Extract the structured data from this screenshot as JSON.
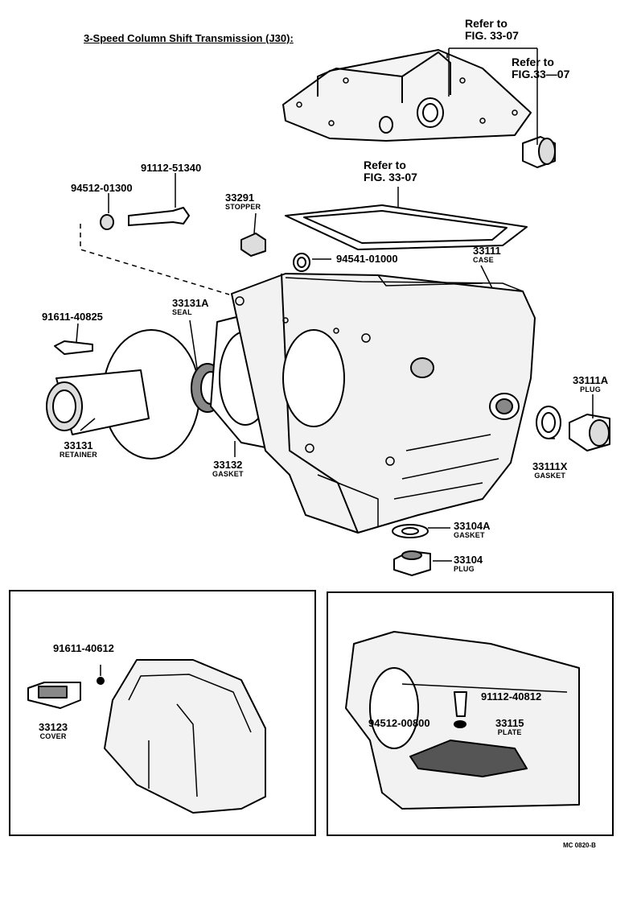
{
  "title": "3-Speed Column Shift Transmission (J30):",
  "figure_code": "MC 0820-B",
  "refs": {
    "top_fig": {
      "line1": "Refer to",
      "line2": "FIG. 33-07"
    },
    "bushing_fig": {
      "line1": "Refer to",
      "line2": "FIG.33—07"
    },
    "gasket_fig": {
      "line1": "Refer to",
      "line2": "FIG. 33-07"
    }
  },
  "parts": {
    "p94512_01300": {
      "num": "94512-01300"
    },
    "p91112_51340": {
      "num": "91112-51340"
    },
    "p33291": {
      "num": "33291",
      "name": "STOPPER"
    },
    "p94541_01000": {
      "num": "94541-01000"
    },
    "p33111": {
      "num": "33111",
      "name": "CASE"
    },
    "p91611_40825": {
      "num": "91611-40825"
    },
    "p33131A": {
      "num": "33131A",
      "name": "SEAL"
    },
    "p33131": {
      "num": "33131",
      "name": "RETAINER"
    },
    "p33132": {
      "num": "33132",
      "name": "GASKET"
    },
    "p33111A": {
      "num": "33111A",
      "name": "PLUG"
    },
    "p33111X": {
      "num": "33111X",
      "name": "GASKET"
    },
    "p33104A": {
      "num": "33104A",
      "name": "GASKET"
    },
    "p33104": {
      "num": "33104",
      "name": "PLUG"
    }
  },
  "inset_left": {
    "p91611_40612": {
      "num": "91611-40612"
    },
    "p33123": {
      "num": "33123",
      "name": "COVER"
    }
  },
  "inset_right": {
    "p91112_40812": {
      "num": "91112-40812"
    },
    "p94512_00800": {
      "num": "94512-00800"
    },
    "p33115": {
      "num": "33115",
      "name": "PLATE"
    }
  }
}
